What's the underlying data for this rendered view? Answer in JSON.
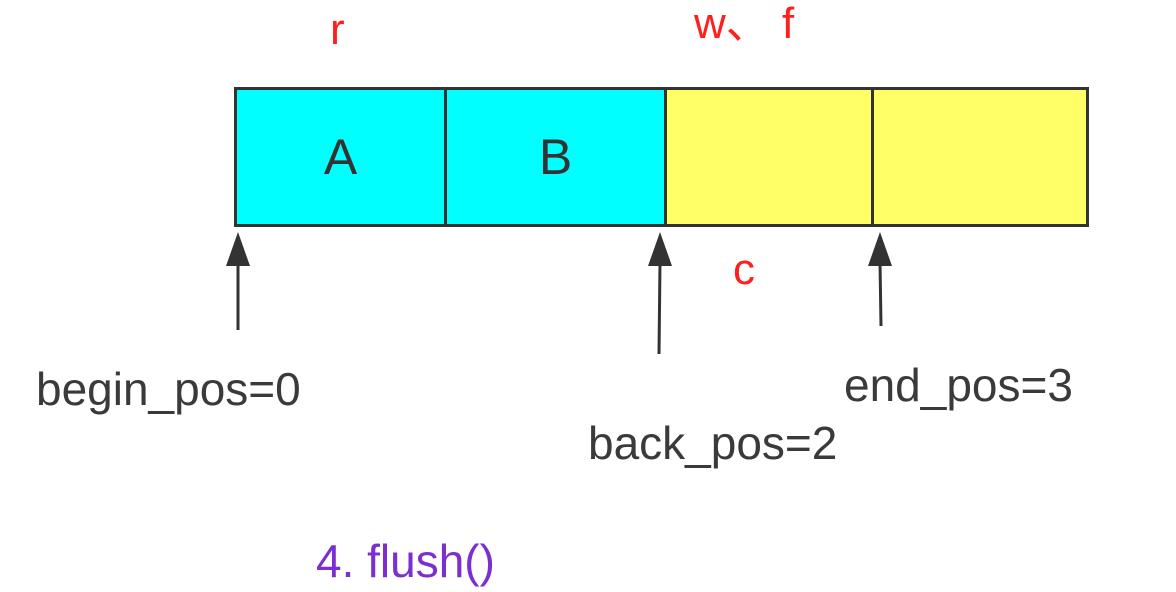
{
  "markers": {
    "read": "r",
    "write_flush": "w、 f",
    "commit": "c"
  },
  "buffer": {
    "cells": [
      {
        "label": "A",
        "fill": "#00ffff"
      },
      {
        "label": "B",
        "fill": "#00ffff"
      },
      {
        "label": "",
        "fill": "#ffff66"
      },
      {
        "label": "",
        "fill": "#ffff66"
      }
    ]
  },
  "pointers": {
    "begin": "begin_pos=0",
    "back": "back_pos=2",
    "end": "end_pos=3"
  },
  "caption": "4. flush()",
  "colors": {
    "marker": "#ff1f1f",
    "caption": "#7b2fd0",
    "text": "#3a3a3a",
    "stroke": "#333333"
  }
}
